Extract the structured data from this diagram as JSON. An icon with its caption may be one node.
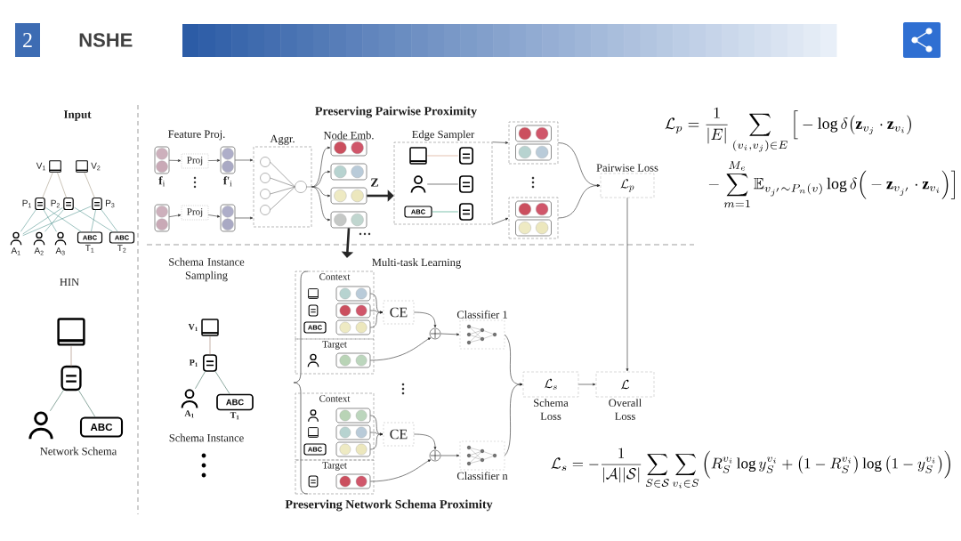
{
  "diagram": {
    "title": "NSHE",
    "nodes": [
      {
        "text": [
          "2"
        ]
      },
      {
        "text": [],
        "shape": "book",
        "beside": [
          "V$_{1}$"
        ]
      },
      {
        "text": [],
        "shape": "book",
        "beside": [
          "V$_{2}$"
        ]
      },
      {
        "text": [],
        "shape": "document",
        "beside": [
          "P$_{1}$"
        ]
      },
      {
        "text": [],
        "shape": "document",
        "beside": [
          "P$_{2}$"
        ]
      },
      {
        "text": [],
        "shape": "document",
        "beside": [
          "P$_{3}$"
        ]
      },
      {
        "text": [],
        "shape": "person",
        "beside": [
          "A$_{1}$"
        ]
      },
      {
        "text": [],
        "shape": "person",
        "beside": [
          "A$_{2}$"
        ]
      },
      {
        "text": [],
        "shape": "person",
        "beside": [
          "A$_{3}$"
        ]
      },
      {
        "text": [
          "ABC"
        ],
        "beside": [
          "T$_{1}$"
        ]
      },
      {
        "text": [
          "ABC"
        ],
        "beside": [
          "T$_{2}$"
        ]
      },
      {
        "text": [],
        "shape": "book"
      },
      {
        "text": [],
        "shape": "document"
      },
      {
        "text": [],
        "shape": "person"
      },
      {
        "text": [
          "ABC"
        ]
      },
      {
        "text": [],
        "shape": "book",
        "beside": [
          "V$_{1}$"
        ]
      },
      {
        "text": [],
        "shape": "document",
        "beside": [
          "P$_{1}$"
        ]
      },
      {
        "text": [],
        "shape": "person",
        "beside": [
          "A$_{1}$"
        ]
      },
      {
        "text": [
          "ABC"
        ],
        "beside": [
          "T$_{1}$"
        ]
      },
      {
        "text": [],
        "shape": "box",
        "beside": [
          "**f**$_{i}$"
        ]
      },
      {
        "text": [
          "Proj"
        ]
      },
      {
        "text": [],
        "shape": "box",
        "beside": [
          "**f**′$_{i}$"
        ]
      },
      {
        "text": [],
        "shape": "box"
      },
      {
        "text": [
          "Proj"
        ]
      },
      {
        "text": [],
        "shape": "box"
      },
      {
        "text": [
          "Aggr."
        ]
      },
      {
        "text": [],
        "shape": "box"
      },
      {
        "text": [],
        "shape": "box"
      },
      {
        "text": [],
        "shape": "box"
      },
      {
        "text": [],
        "shape": "box"
      },
      {
        "text": [
          "Edge Sampler"
        ]
      },
      {
        "text": [],
        "shape": "book",
        "in": 30
      },
      {
        "text": [],
        "shape": "document",
        "in": 30
      },
      {
        "text": [],
        "shape": "person",
        "in": 30
      },
      {
        "text": [],
        "shape": "document",
        "in": 30
      },
      {
        "text": [
          "ABC"
        ],
        "in": 30
      },
      {
        "text": [],
        "shape": "document",
        "in": 30
      },
      {
        "text": [],
        "shape": "box"
      },
      {
        "text": [],
        "shape": "box",
        "in": 37
      },
      {
        "text": [],
        "shape": "box",
        "in": 37
      },
      {
        "text": [],
        "shape": "box"
      },
      {
        "text": [],
        "shape": "box",
        "in": 40
      },
      {
        "text": [],
        "shape": "box",
        "in": 40
      },
      {
        "text": [
          "Pairwise Loss",
          "\\mathcal{L}_p"
        ]
      },
      {
        "text": [
          "Context"
        ]
      },
      {
        "text": [],
        "shape": "book",
        "in": 44
      },
      {
        "text": [],
        "shape": "box",
        "in": 44
      },
      {
        "text": [],
        "shape": "document",
        "in": 44
      },
      {
        "text": [],
        "shape": "box",
        "in": 44
      },
      {
        "text": [
          "ABC"
        ],
        "in": 44
      },
      {
        "text": [],
        "shape": "box",
        "in": 44
      },
      {
        "text": [
          "Target"
        ]
      },
      {
        "text": [],
        "shape": "person",
        "in": 51
      },
      {
        "text": [],
        "shape": "box",
        "in": 51
      },
      {
        "text": [
          "CE"
        ]
      },
      {
        "text": [],
        "shape": "circle"
      },
      {
        "text": [
          "Classifier 1"
        ]
      },
      {
        "text": [
          "Context"
        ]
      },
      {
        "text": [],
        "shape": "person",
        "in": 57
      },
      {
        "text": [],
        "shape": "box",
        "in": 57
      },
      {
        "text": [],
        "shape": "book",
        "in": 57
      },
      {
        "text": [],
        "shape": "box",
        "in": 57
      },
      {
        "text": [
          "ABC"
        ],
        "in": 57
      },
      {
        "text": [],
        "shape": "box",
        "in": 57
      },
      {
        "text": [
          "Target"
        ]
      },
      {
        "text": [],
        "shape": "document",
        "in": 64
      },
      {
        "text": [],
        "shape": "box",
        "in": 64
      },
      {
        "text": [
          "CE"
        ]
      },
      {
        "text": [],
        "shape": "circle"
      },
      {
        "text": [
          "Classifier n"
        ]
      },
      {
        "text": [
          "\\mathcal{L}_s",
          "Schema Loss"
        ]
      },
      {
        "text": [
          "\\mathcal{L}",
          "Overall Loss"
        ]
      }
    ],
    "edges": [
      {
        "from": 1,
        "to": 3,
        "arrow": "none",
        "color": "#a89c88"
      },
      {
        "from": 1,
        "to": 4,
        "arrow": "none",
        "color": "#a89c88"
      },
      {
        "from": 2,
        "to": 5,
        "arrow": "none",
        "color": "#a89c88"
      },
      {
        "from": 3,
        "to": 6,
        "arrow": "none",
        "color": "#5a9a96"
      },
      {
        "from": 3,
        "to": 8,
        "arrow": "none",
        "color": "#5a9a96"
      },
      {
        "from": 3,
        "to": 9,
        "arrow": "none",
        "color": "#5a9a96"
      },
      {
        "from": 4,
        "to": 6,
        "arrow": "none",
        "color": "#5a9a96"
      },
      {
        "from": 4,
        "to": 7,
        "arrow": "none",
        "color": "#5a9a96"
      },
      {
        "from": 4,
        "to": 10,
        "arrow": "none",
        "color": "#5a9a96"
      },
      {
        "from": 5,
        "to": 6,
        "arrow": "none",
        "color": "#5a9a96"
      },
      {
        "from": 5,
        "to": 9,
        "arrow": "none",
        "color": "#5a9a96"
      },
      {
        "from": 5,
        "to": 10,
        "arrow": "none",
        "color": "#5a9a96"
      },
      {
        "from": 11,
        "to": 12,
        "arrow": "none",
        "color": "#a07c6c"
      },
      {
        "from": 12,
        "to": 13,
        "arrow": "none",
        "color": "#3f6f60"
      },
      {
        "from": 12,
        "to": 14,
        "arrow": "none",
        "color": "#3f6f60"
      },
      {
        "from": 15,
        "to": 16,
        "arrow": "none",
        "color": "#a07c6c"
      },
      {
        "from": 16,
        "to": 17,
        "arrow": "none",
        "color": "#3f6f60"
      },
      {
        "from": 16,
        "to": 18,
        "arrow": "none",
        "color": "#3f6f60"
      },
      {
        "from": 19,
        "to": 20,
        "arrow": "to"
      },
      {
        "from": 20,
        "to": 21,
        "arrow": "to"
      },
      {
        "from": 22,
        "to": 23,
        "arrow": "to"
      },
      {
        "from": 23,
        "to": 24,
        "arrow": "to"
      },
      {
        "from": 21,
        "to": 25,
        "arrow": "to"
      },
      {
        "from": 24,
        "to": 25,
        "arrow": "to"
      },
      {
        "from": 25,
        "to": 26,
        "arrow": "to"
      },
      {
        "from": 25,
        "to": 27,
        "arrow": "to"
      },
      {
        "from": 25,
        "to": 28,
        "arrow": "to"
      },
      {
        "from": 25,
        "to": 29,
        "arrow": "to"
      },
      {
        "from": 28,
        "to": 30,
        "arrow": "to",
        "style": "thick"
      },
      {
        "from": 31,
        "to": 32,
        "arrow": "none",
        "color": "#d49a7a"
      },
      {
        "from": 33,
        "to": 34,
        "arrow": "none"
      },
      {
        "from": 35,
        "to": 36,
        "arrow": "none",
        "color": "#2a9a7a"
      },
      {
        "from": 30,
        "to": 37,
        "arrow": "to"
      },
      {
        "from": 30,
        "to": 40,
        "arrow": "to"
      },
      {
        "from": 37,
        "to": 43,
        "arrow": "to"
      },
      {
        "from": 40,
        "to": 43,
        "arrow": "to"
      },
      {
        "from": 43,
        "to": 71,
        "arrow": "to"
      },
      {
        "from": 29,
        "to": null,
        "arrow": "to",
        "style": "thick"
      },
      {
        "from": 46,
        "to": 54,
        "arrow": "to"
      },
      {
        "from": 48,
        "to": 54,
        "arrow": "to"
      },
      {
        "from": 50,
        "to": 54,
        "arrow": "to"
      },
      {
        "from": 54,
        "to": 55,
        "arrow": "to"
      },
      {
        "from": 53,
        "to": 55,
        "arrow": "to"
      },
      {
        "from": 55,
        "to": 56,
        "arrow": "to"
      },
      {
        "from": 56,
        "to": 70,
        "arrow": "to"
      },
      {
        "from": 59,
        "to": 67,
        "arrow": "to"
      },
      {
        "from": 61,
        "to": 67,
        "arrow": "to"
      },
      {
        "from": 63,
        "to": 67,
        "arrow": "to"
      },
      {
        "from": 67,
        "to": 68,
        "arrow": "to"
      },
      {
        "from": 66,
        "to": 68,
        "arrow": "to"
      },
      {
        "from": 68,
        "to": 69,
        "arrow": "to"
      },
      {
        "from": 69,
        "to": 70,
        "arrow": "to"
      },
      {
        "from": 70,
        "to": 71,
        "arrow": "to"
      }
    ],
    "labels": [
      "Input",
      "Preserving Pairwise Proximity",
      "\\begin{aligned}\\mathcal{L}_p = {}& \\frac{1}{|E|}\\sum_{(v_i,v_j)\\in E}\\Big[-\\log\\delta\\big(\\mathbf{z}_{v_j}\\cdot\\mathbf{z}_{v_i}\\big)\\\\ &-\\sum_{m=1}^{M_e}\\mathbb{E}_{v_{j'}\\sim P_n(v)}\\log\\delta\\Big(-\\mathbf{z}_{v_{j'}}\\cdot\\mathbf{z}_{v_i}\\Big)\\Big]\\end{aligned}",
      "Feature Proj.",
      "Node Emb.",
      "Z",
      "HIN",
      "Schema Instance Sampling",
      "Multi-task Learning",
      "Schema Instance",
      "Network Schema",
      "\\mathcal{L}_s = -\\frac{1}{|\\mathcal{A}||\\mathcal{S}|}\\sum_{S\\in\\mathcal{S}}\\sum_{v_i\\in S}\\Big(R_S^{v_i}\\log y_S^{v_i} + \\big(1-R_S^{v_i}\\big)\\log\\big(1-y_S^{v_i}\\big)\\Big)",
      "Preserving Network Schema Proximity"
    ]
  }
}
